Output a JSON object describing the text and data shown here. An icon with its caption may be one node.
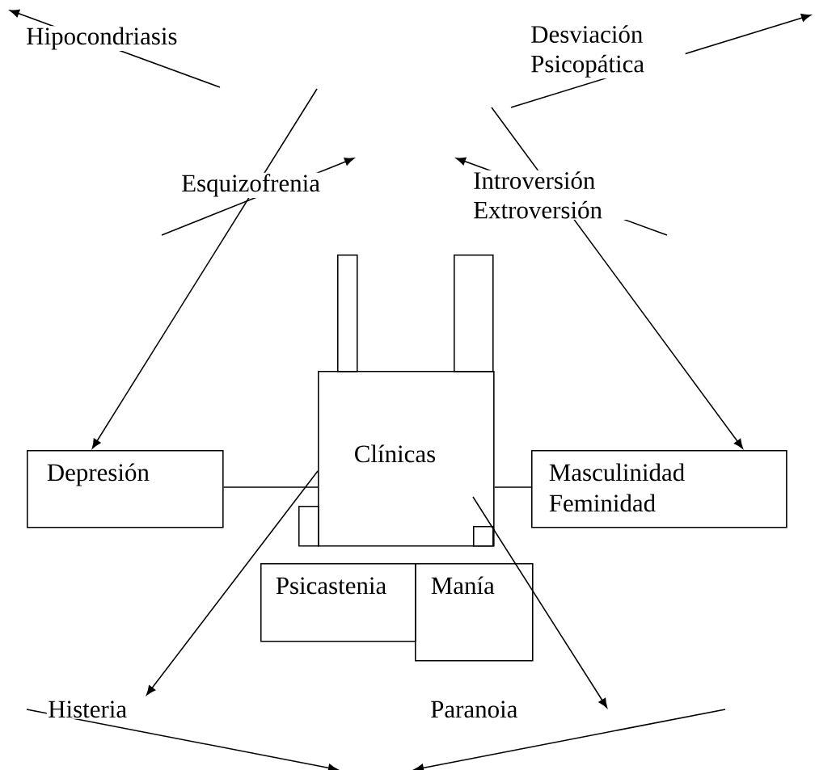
{
  "diagram": {
    "nodes": [
      {
        "text": [
          "Clínicas"
        ]
      },
      {
        "text": [],
        "shape": "box"
      },
      {
        "text": [],
        "shape": "box"
      },
      {
        "text": [],
        "shape": "box"
      },
      {
        "text": [],
        "shape": "box",
        "in": 0
      },
      {
        "text": [
          "Depresión"
        ]
      },
      {
        "text": [
          "Masculinidad",
          "Feminidad"
        ]
      },
      {
        "text": [
          "Psicastenia"
        ]
      },
      {
        "text": [
          "Manía"
        ]
      }
    ],
    "edges": [
      {
        "from": null,
        "to": 5,
        "arrow": "to"
      },
      {
        "from": null,
        "to": 6,
        "arrow": "to"
      },
      {
        "from": 5,
        "to": 0,
        "arrow": "none"
      },
      {
        "from": 0,
        "to": 6,
        "arrow": "none"
      },
      {
        "from": 0,
        "to": null,
        "arrow": "to"
      }
    ],
    "labels": [
      "Hipocondriasis",
      "Desviación Psicopática",
      "Esquizofrenia",
      "Introversión Extroversión",
      "Histeria",
      "Paranoia"
    ]
  }
}
